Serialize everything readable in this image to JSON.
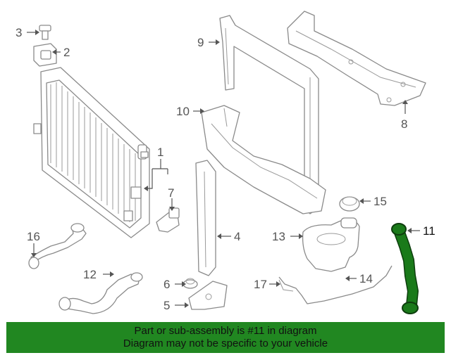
{
  "callouts": {
    "c1": "1",
    "c2": "2",
    "c3": "3",
    "c4": "4",
    "c5": "5",
    "c6": "6",
    "c7": "7",
    "c8": "8",
    "c9": "9",
    "c10": "10",
    "c11": "11",
    "c12": "12",
    "c13": "13",
    "c14": "14",
    "c15": "15",
    "c16": "16",
    "c17": "17"
  },
  "highlight_part": "11",
  "colors": {
    "highlight": "#1a7a1a",
    "banner": "#218721",
    "line": "#8a8a8a"
  },
  "banner": {
    "line1": "Part or sub-assembly is #11 in diagram",
    "line2": "Diagram may not be specific to your vehicle"
  }
}
